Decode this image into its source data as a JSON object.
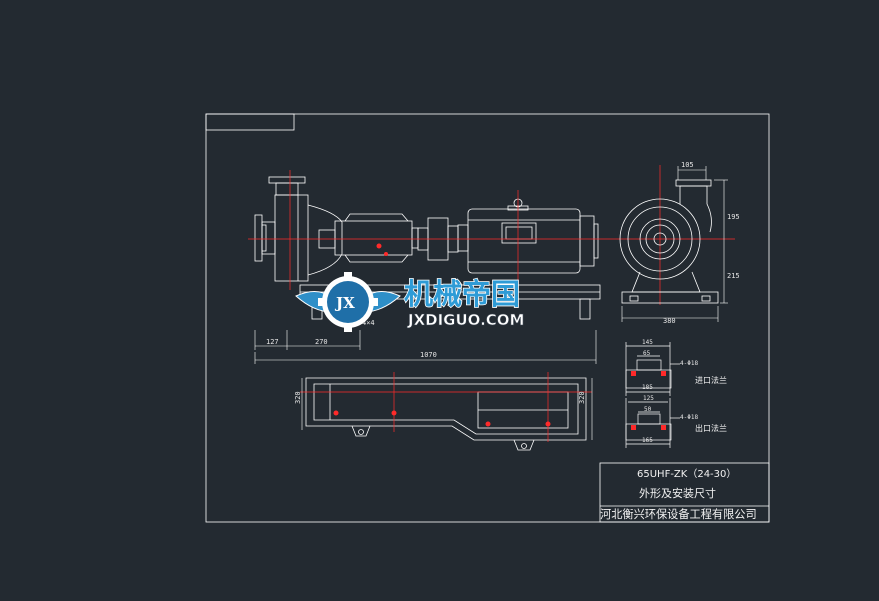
{
  "title_block": {
    "model": "65UHF-ZK（24-30）",
    "drawing_name": "外形及安装尺寸",
    "company": "河北衡兴环保设备工程有限公司"
  },
  "watermark": {
    "brand_cn": "机械帝国",
    "brand_en": "JXDIGUO.COM",
    "emblem": "JX"
  },
  "dimensions": {
    "d127": "127",
    "d270": "270",
    "d1070": "1070",
    "d105": "105",
    "d195": "195",
    "d215": "215",
    "d380": "380",
    "d320_left": "320",
    "d320_right": "320",
    "bolt_note": "4×4"
  },
  "flanges": {
    "inlet": {
      "outer": "145",
      "inner": "65",
      "base": "185",
      "hole": "4-Φ18",
      "label": "进口法兰"
    },
    "outlet": {
      "outer": "125",
      "inner": "50",
      "base": "165",
      "hole": "4-Φ18",
      "label": "出口法兰"
    }
  },
  "colors": {
    "background": "#232a31",
    "line": "#ffffff",
    "centerline": "#ff2a2a",
    "brand_blue": "#2e9bd6"
  }
}
